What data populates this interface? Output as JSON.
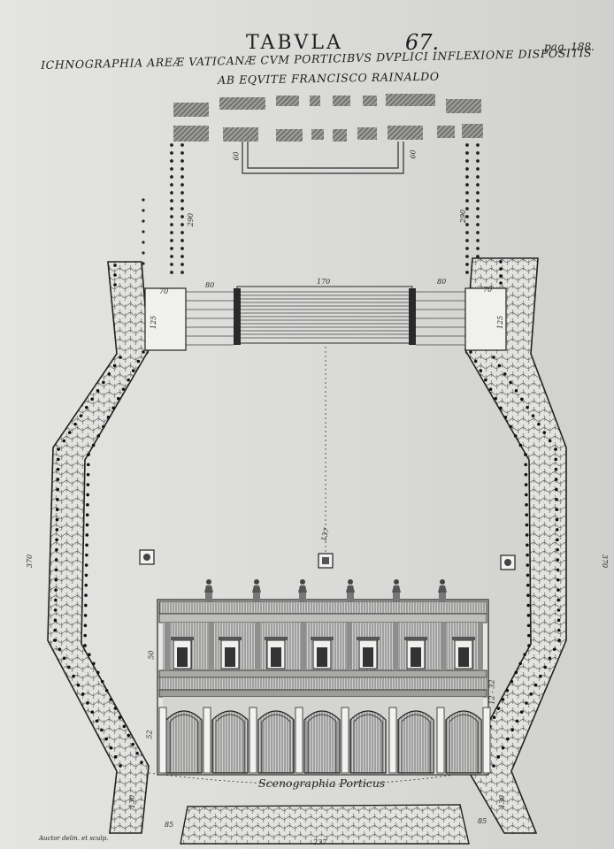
{
  "plate": {
    "title": "TABVLA",
    "number": "67.",
    "page_ref": "pag. 188.",
    "caption_line1": "ICHNOGRAPHIA AREÆ VATICANÆ CVM PORTICIBVS DVPLICI INFLEXIONE DISPOSITIS",
    "caption_line2": "AB EQVITE FRANCISCO RAINALDO",
    "elevation_caption": "Scenographia Porticus",
    "engraver_note": "Auctor delin. et sculp."
  },
  "dimensions": {
    "top_left_60": "60",
    "top_right_60": "60",
    "left_290": "290",
    "right_290": "290",
    "left_70": "70",
    "right_70": "70",
    "left_80": "80",
    "right_80": "80",
    "center_170": "170",
    "left_125": "125",
    "right_125": "125",
    "axis_137": "137",
    "left_370": "370",
    "right_370": "370",
    "elev_50": "50",
    "elev_52": "52",
    "elev_32": "32",
    "elev_side": "12 - 32",
    "bottom_130_left": "130",
    "bottom_130_right": "130",
    "bottom_85_left": "85",
    "bottom_85_right": "85",
    "bottom_237": "237"
  },
  "colors": {
    "ink": "#2b2b2b",
    "paper": "#dcdcda"
  }
}
